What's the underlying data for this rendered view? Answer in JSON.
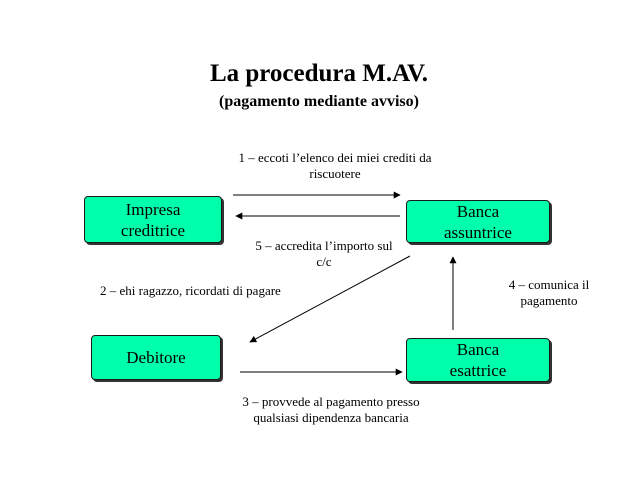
{
  "title": "La procedura M.AV.",
  "subtitle": "(pagamento mediante avviso)",
  "nodes": {
    "impresa": "Impresa\ncreditrice",
    "assuntrice": "Banca\nassuntrice",
    "debitore": "Debitore",
    "esattrice": "Banca\nesattrice"
  },
  "steps": {
    "s1": "1 – eccoti l’elenco dei miei crediti da\nriscuotere",
    "s2": "2 – ehi ragazzo, ricordati di pagare",
    "s3": "3 – provvede al pagamento presso\nqualsiasi dipendenza bancaria",
    "s4": "4 – comunica il\npagamento",
    "s5": "5 – accredita l’importo sul\nc/c"
  },
  "colors": {
    "box_fill": "#00ffaa",
    "arrow": "#000000"
  }
}
